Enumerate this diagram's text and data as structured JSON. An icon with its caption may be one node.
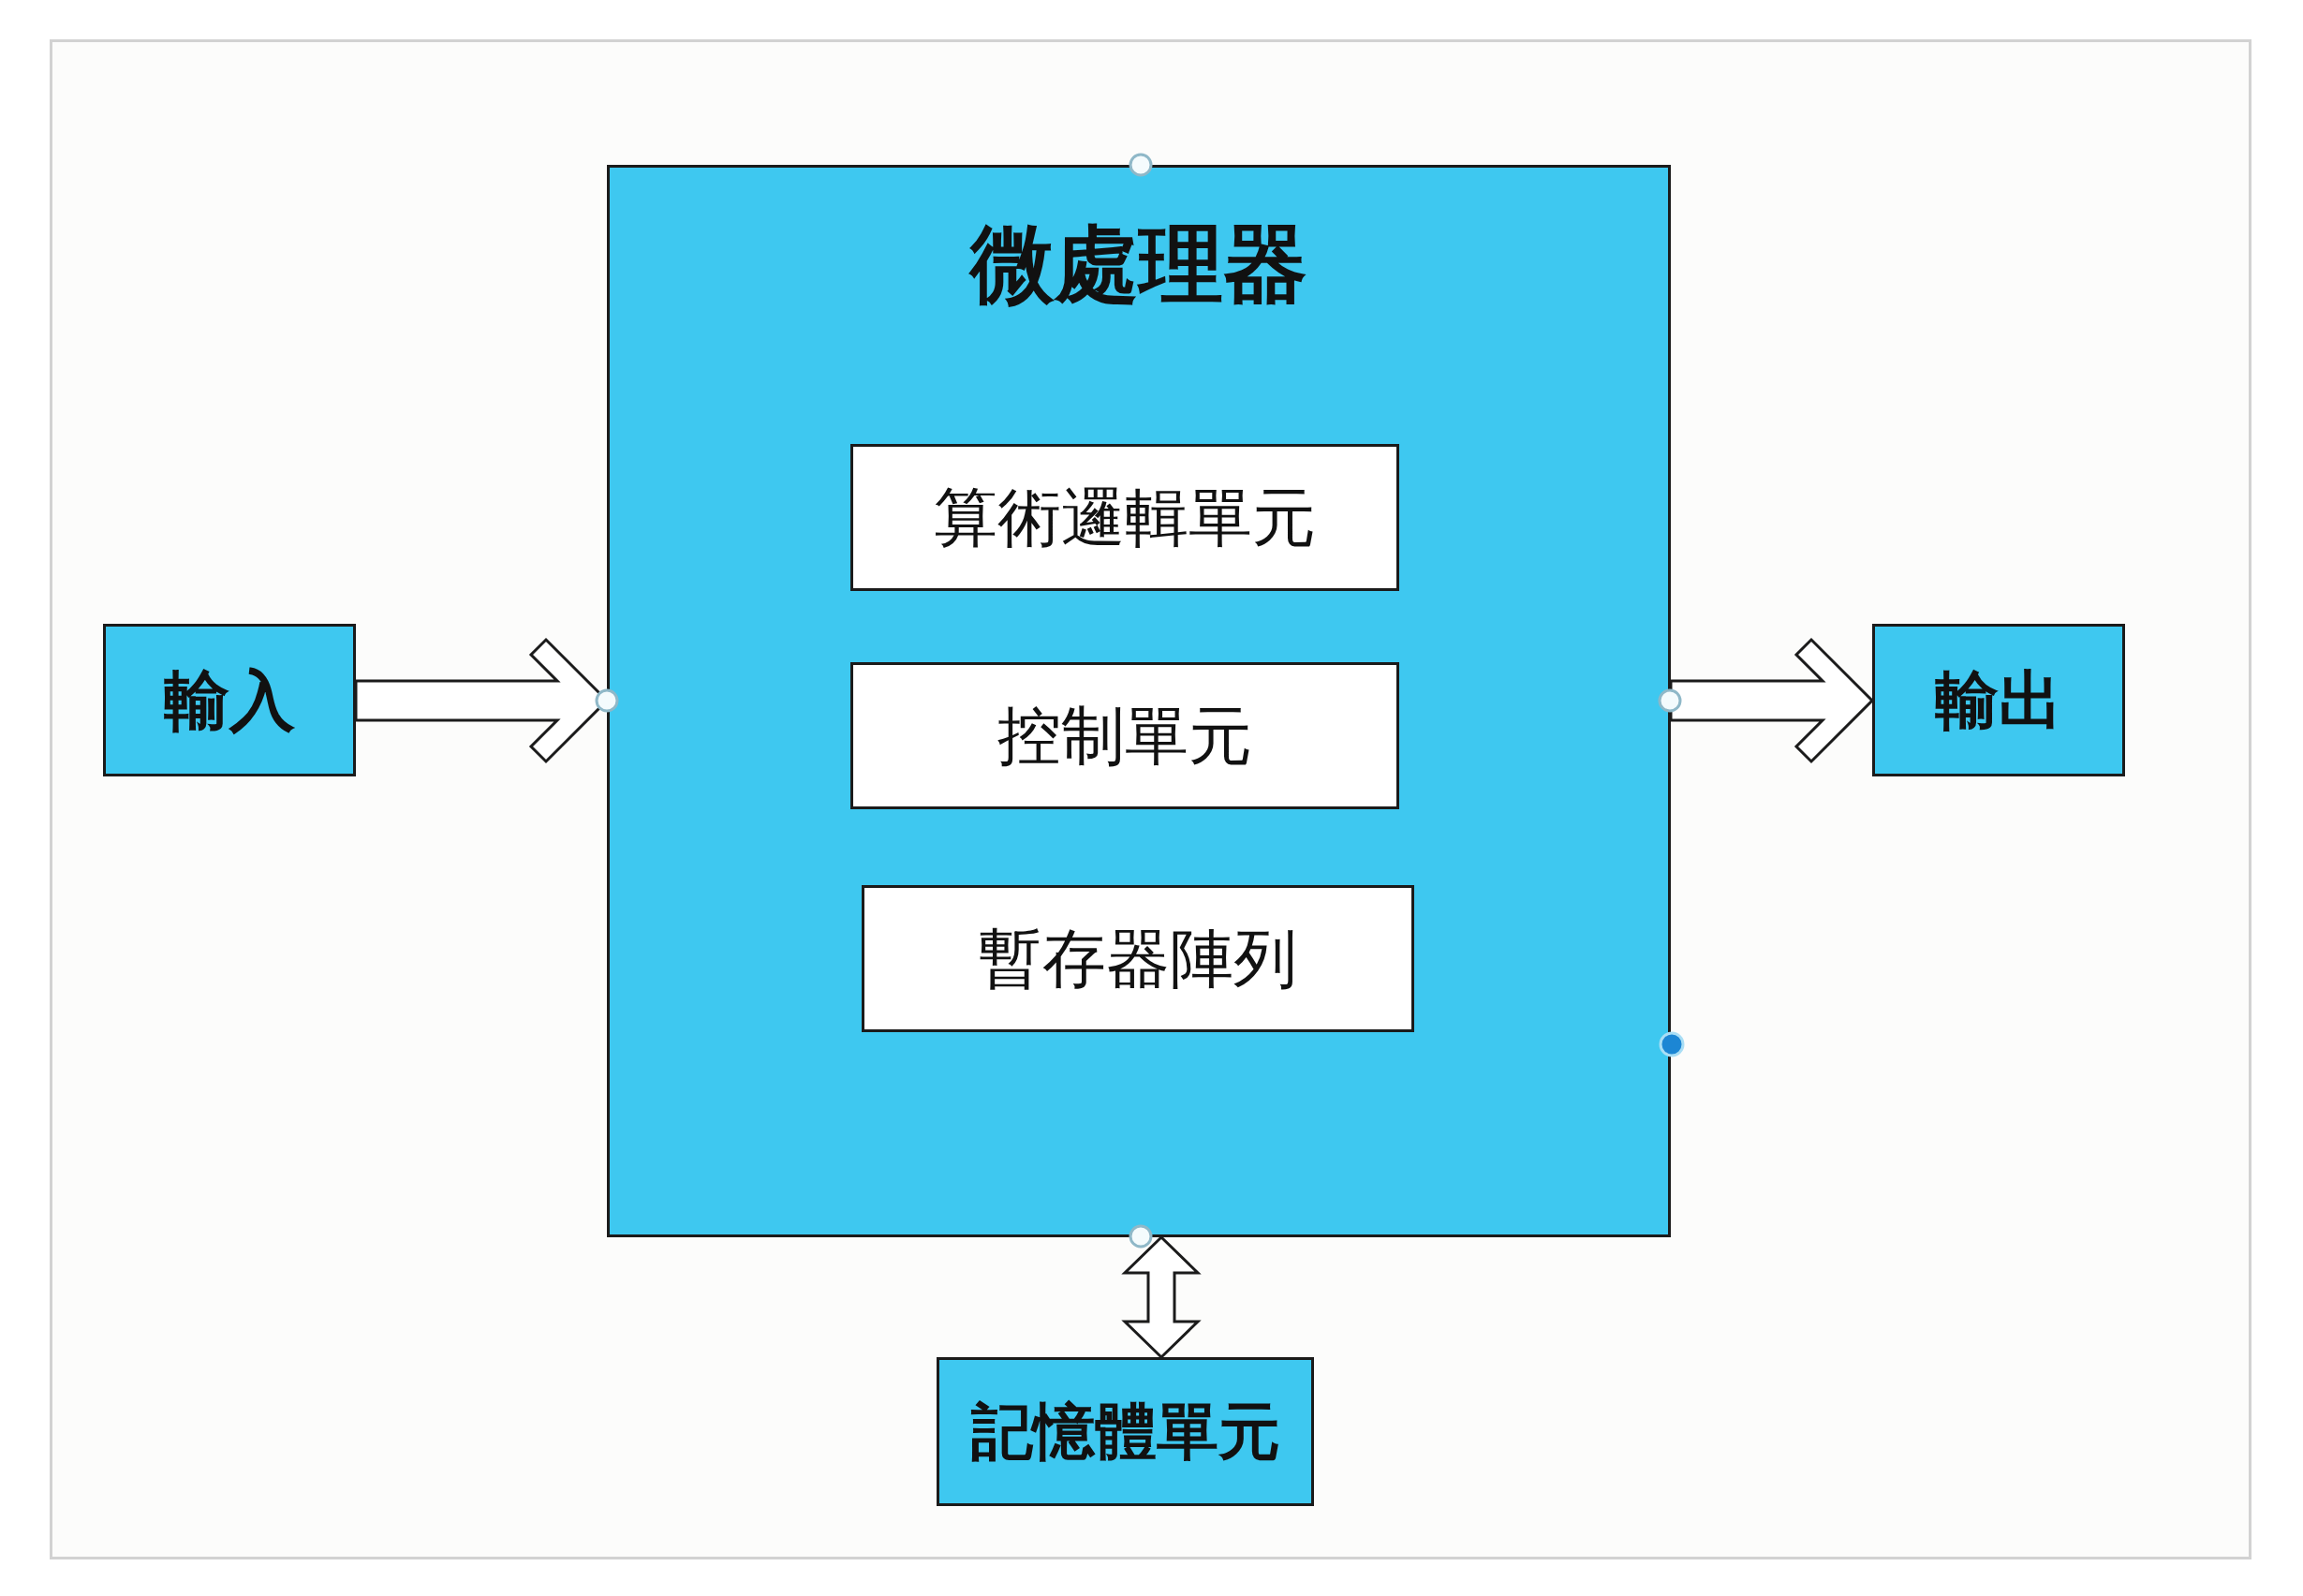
{
  "diagram": {
    "nodes": [
      {
        "text": [
          "微處理器"
        ]
      },
      {
        "text": [
          "算術邏輯單元"
        ],
        "in": 0
      },
      {
        "text": [
          "控制單元"
        ],
        "in": 0
      },
      {
        "text": [
          "暫存器陣列"
        ],
        "in": 0
      },
      {
        "text": [
          "輸入"
        ]
      },
      {
        "text": [
          "輸出"
        ]
      },
      {
        "text": [
          "記憶體單元"
        ]
      }
    ],
    "edges": [
      {
        "from": 4,
        "to": 0,
        "arrow": "to"
      },
      {
        "from": 0,
        "to": 5,
        "arrow": "to"
      },
      {
        "from": 0,
        "to": 6,
        "arrow": "both"
      }
    ]
  }
}
